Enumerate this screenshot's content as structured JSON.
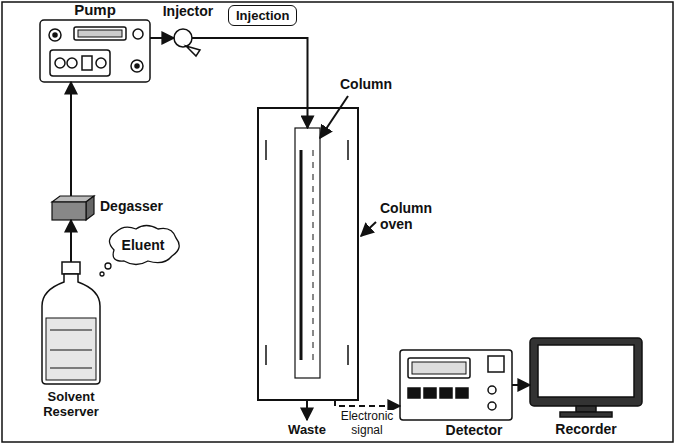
{
  "diagram": {
    "nodes": [
      {
        "text": [
          "Pump"
        ]
      },
      {
        "text": [
          "Injector"
        ]
      },
      {
        "text": [
          "Injection"
        ]
      },
      {
        "text": [
          "Column oven"
        ]
      },
      {
        "text": [
          "Column"
        ],
        "in": 3
      },
      {
        "text": [
          "Degasser"
        ]
      },
      {
        "text": [
          "Solvent Reserver"
        ]
      },
      {
        "text": [
          "Eluent"
        ]
      },
      {
        "text": [
          "Detector"
        ]
      },
      {
        "text": [
          "Recorder"
        ]
      }
    ],
    "edges": [
      {
        "from": 6,
        "to": 5,
        "arrow": "to"
      },
      {
        "from": 5,
        "to": 0,
        "arrow": "to"
      },
      {
        "from": 0,
        "to": 1,
        "arrow": "to"
      },
      {
        "from": 1,
        "to": 4,
        "arrow": "to"
      },
      {
        "from": 3,
        "to": 8,
        "label": "Electronic signal",
        "arrow": "to"
      },
      {
        "from": 8,
        "to": 9,
        "arrow": "to"
      }
    ],
    "labels": [
      "Waste"
    ]
  }
}
